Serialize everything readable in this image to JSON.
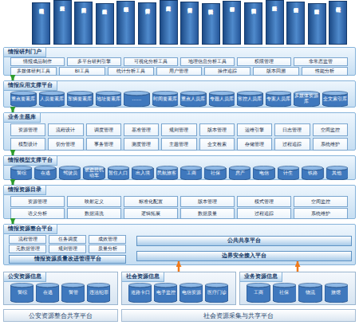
{
  "diagram": {
    "nodes": [
      {
        "text": [
          "情报综合查询系统"
        ]
      },
      {
        "text": [
          "重点人员分析研判"
        ]
      },
      {
        "text": [
          "涉案人员分析研判"
        ]
      },
      {
        "text": [
          "在逃人员分析研判"
        ]
      },
      {
        "text": [
          "机动车辆分析研判"
        ]
      },
      {
        "text": [
          "案件串并分析研判"
        ]
      },
      {
        "text": [
          "高危人群分析研判"
        ]
      },
      {
        "text": [
          "专案侦查分析研判"
        ]
      },
      {
        "text": [
          "区域治安分析研判"
        ]
      },
      {
        "text": [
          "群体事件分析研判"
        ]
      },
      {
        "text": [
          "大型活动安保研判"
        ]
      },
      {
        "text": [
          "重点场所分析研判"
        ]
      },
      {
        "text": [
          "社会舆情分析研判"
        ]
      },
      {
        "text": [
          "预警处置分析研判"
        ]
      },
      {
        "text": [
          "综合统计分析研判"
        ]
      },
      {
        "text": [
          "情报研判门户"
        ]
      },
      {
        "text": [
          "情报成品制作"
        ],
        "in": 15
      },
      {
        "text": [
          "多平台研判引擎"
        ],
        "in": 15
      },
      {
        "text": [
          "可视化分析工具"
        ],
        "in": 15
      },
      {
        "text": [
          "地理信息分析工具"
        ],
        "in": 15
      },
      {
        "text": [
          "权限管理"
        ],
        "in": 15
      },
      {
        "text": [
          "非常态监管"
        ],
        "in": 15
      },
      {
        "text": [
          "多媒体研判工具"
        ],
        "in": 15
      },
      {
        "text": [
          "BI工具"
        ],
        "in": 15
      },
      {
        "text": [
          "统计分析工具"
        ],
        "in": 15
      },
      {
        "text": [
          "用户管理"
        ],
        "in": 15
      },
      {
        "text": [
          "操作追踪"
        ],
        "in": 15
      },
      {
        "text": [
          "版本回溯"
        ],
        "in": 15
      },
      {
        "text": [
          "性能分析"
        ],
        "in": 15
      },
      {
        "text": [
          "情报应用支撑平台"
        ]
      },
      {
        "text": [
          "重点要素库"
        ],
        "in": 29
      },
      {
        "text": [
          "人员要素库"
        ],
        "in": 29
      },
      {
        "text": [
          "车辆要素库"
        ],
        "in": 29
      },
      {
        "text": [
          "地址要素库"
        ],
        "in": 29
      },
      {
        "text": [
          "……"
        ],
        "in": 29
      },
      {
        "text": [
          "时间要素库"
        ],
        "in": 29
      },
      {
        "text": [
          "重点人员库"
        ],
        "in": 29
      },
      {
        "text": [
          "专题人员库"
        ],
        "in": 29
      },
      {
        "text": [
          "常控人员库"
        ],
        "in": 29
      },
      {
        "text": [
          "专案人员库"
        ],
        "in": 29
      },
      {
        "text": [
          "多媒体资源库"
        ],
        "in": 29
      },
      {
        "text": [
          "全文索引库"
        ],
        "in": 29
      },
      {
        "text": [
          "业务主题库"
        ]
      },
      {
        "text": [
          "资源管理"
        ],
        "in": 42
      },
      {
        "text": [
          "流程设计"
        ],
        "in": 42
      },
      {
        "text": [
          "调度管理"
        ],
        "in": 42
      },
      {
        "text": [
          "基准管理"
        ],
        "in": 42
      },
      {
        "text": [
          "规则管理"
        ],
        "in": 42
      },
      {
        "text": [
          "版本管理"
        ],
        "in": 42
      },
      {
        "text": [
          "运维引擎"
        ],
        "in": 42
      },
      {
        "text": [
          "日志管理"
        ],
        "in": 42
      },
      {
        "text": [
          "空间监控"
        ],
        "in": 42
      },
      {
        "text": [
          "模型设计"
        ],
        "in": 42
      },
      {
        "text": [
          "切分管理"
        ],
        "in": 42
      },
      {
        "text": [
          "事务管理"
        ],
        "in": 42
      },
      {
        "text": [
          "测度管理"
        ],
        "in": 42
      },
      {
        "text": [
          "主题管理"
        ],
        "in": 42
      },
      {
        "text": [
          "全文检索"
        ],
        "in": 42
      },
      {
        "text": [
          "存储管理"
        ],
        "in": 42
      },
      {
        "text": [
          "过程追踪"
        ],
        "in": 42
      },
      {
        "text": [
          "系统维护"
        ],
        "in": 42
      },
      {
        "text": [
          "情报模型支撑平台"
        ]
      },
      {
        "text": [
          "警综"
        ],
        "in": 61
      },
      {
        "text": [
          "在逃"
        ],
        "in": 61
      },
      {
        "text": [
          "驾驶员"
        ],
        "in": 61
      },
      {
        "text": [
          "被盗抢机动车"
        ],
        "in": 61
      },
      {
        "text": [
          "暂住人口"
        ],
        "in": 61
      },
      {
        "text": [
          "出入境"
        ],
        "in": 61
      },
      {
        "text": [
          "民航旅客"
        ],
        "in": 61
      },
      {
        "text": [
          "工商"
        ],
        "in": 61
      },
      {
        "text": [
          "社保"
        ],
        "in": 61
      },
      {
        "text": [
          "房产"
        ],
        "in": 61
      },
      {
        "text": [
          "电信"
        ],
        "in": 61
      },
      {
        "text": [
          "计生"
        ],
        "in": 61
      },
      {
        "text": [
          "铁路"
        ],
        "in": 61
      },
      {
        "text": [
          "其他"
        ],
        "in": 61
      },
      {
        "text": [
          "情报资源目录"
        ]
      },
      {
        "text": [
          "资源管理"
        ],
        "in": 76
      },
      {
        "text": [
          "映射定义"
        ],
        "in": 76
      },
      {
        "text": [
          "标准化配置"
        ],
        "in": 76
      },
      {
        "text": [
          "版本管理"
        ],
        "in": 76
      },
      {
        "text": [
          "模式管理"
        ],
        "in": 76
      },
      {
        "text": [
          "空间监控"
        ],
        "in": 76
      },
      {
        "text": [
          "语义分析"
        ],
        "in": 76
      },
      {
        "text": [
          "数据清洗"
        ],
        "in": 76
      },
      {
        "text": [
          "逻辑拓展"
        ],
        "in": 76
      },
      {
        "text": [
          "数据质量"
        ],
        "in": 76
      },
      {
        "text": [
          "过程追踪"
        ],
        "in": 76
      },
      {
        "text": [
          "系统维护"
        ],
        "in": 76
      },
      {
        "text": [
          "情报资源整合平台"
        ]
      },
      {
        "text": [
          "流程管理"
        ],
        "in": 89
      },
      {
        "text": [
          "任务调度"
        ],
        "in": 89
      },
      {
        "text": [
          "成效管理"
        ],
        "in": 89
      },
      {
        "text": [
          "元数据管理"
        ],
        "in": 89
      },
      {
        "text": [
          "规则管理"
        ],
        "in": 89
      },
      {
        "text": [
          "质量分析"
        ],
        "in": 89
      },
      {
        "text": [
          "情报资源质量改进管理平台"
        ],
        "in": 89
      },
      {
        "text": [
          "公共共享平台"
        ],
        "in": 89
      },
      {
        "text": [
          "边界安全接入平台"
        ],
        "in": 89
      },
      {
        "text": [
          "公安资源信息"
        ]
      },
      {
        "text": [
          "警综"
        ],
        "in": 99
      },
      {
        "text": [
          "在逃"
        ],
        "in": 99
      },
      {
        "text": [
          "警管"
        ],
        "in": 99
      },
      {
        "text": [
          "违法犯罪"
        ],
        "in": 99
      },
      {
        "text": [
          "社会资源信息"
        ]
      },
      {
        "text": [
          "道路卡口"
        ],
        "in": 104
      },
      {
        "text": [
          "电子监控"
        ],
        "in": 104
      },
      {
        "text": [
          "电信资源"
        ],
        "in": 104
      },
      {
        "text": [
          "医疗门诊"
        ],
        "in": 104
      },
      {
        "text": [
          "业务资源信息"
        ]
      },
      {
        "text": [
          "工商"
        ],
        "in": 109
      },
      {
        "text": [
          "社保"
        ],
        "in": 109
      },
      {
        "text": [
          "物流"
        ],
        "in": 109
      },
      {
        "text": [
          "旅馆"
        ],
        "in": 109
      }
    ],
    "edges": [
      {
        "from": 15,
        "to": 29,
        "arrow": "to"
      },
      {
        "from": 29,
        "to": 42,
        "arrow": "to"
      },
      {
        "from": 42,
        "to": 61,
        "arrow": "to"
      },
      {
        "from": 61,
        "to": 76,
        "arrow": "to"
      },
      {
        "from": 76,
        "to": 89,
        "arrow": "to"
      },
      {
        "from": 104,
        "to": 98,
        "arrow": "to"
      },
      {
        "from": 109,
        "to": 98,
        "arrow": "to"
      }
    ],
    "labels": [
      "公安资源整合共享平台",
      "社会资源采集与共享平台"
    ]
  }
}
